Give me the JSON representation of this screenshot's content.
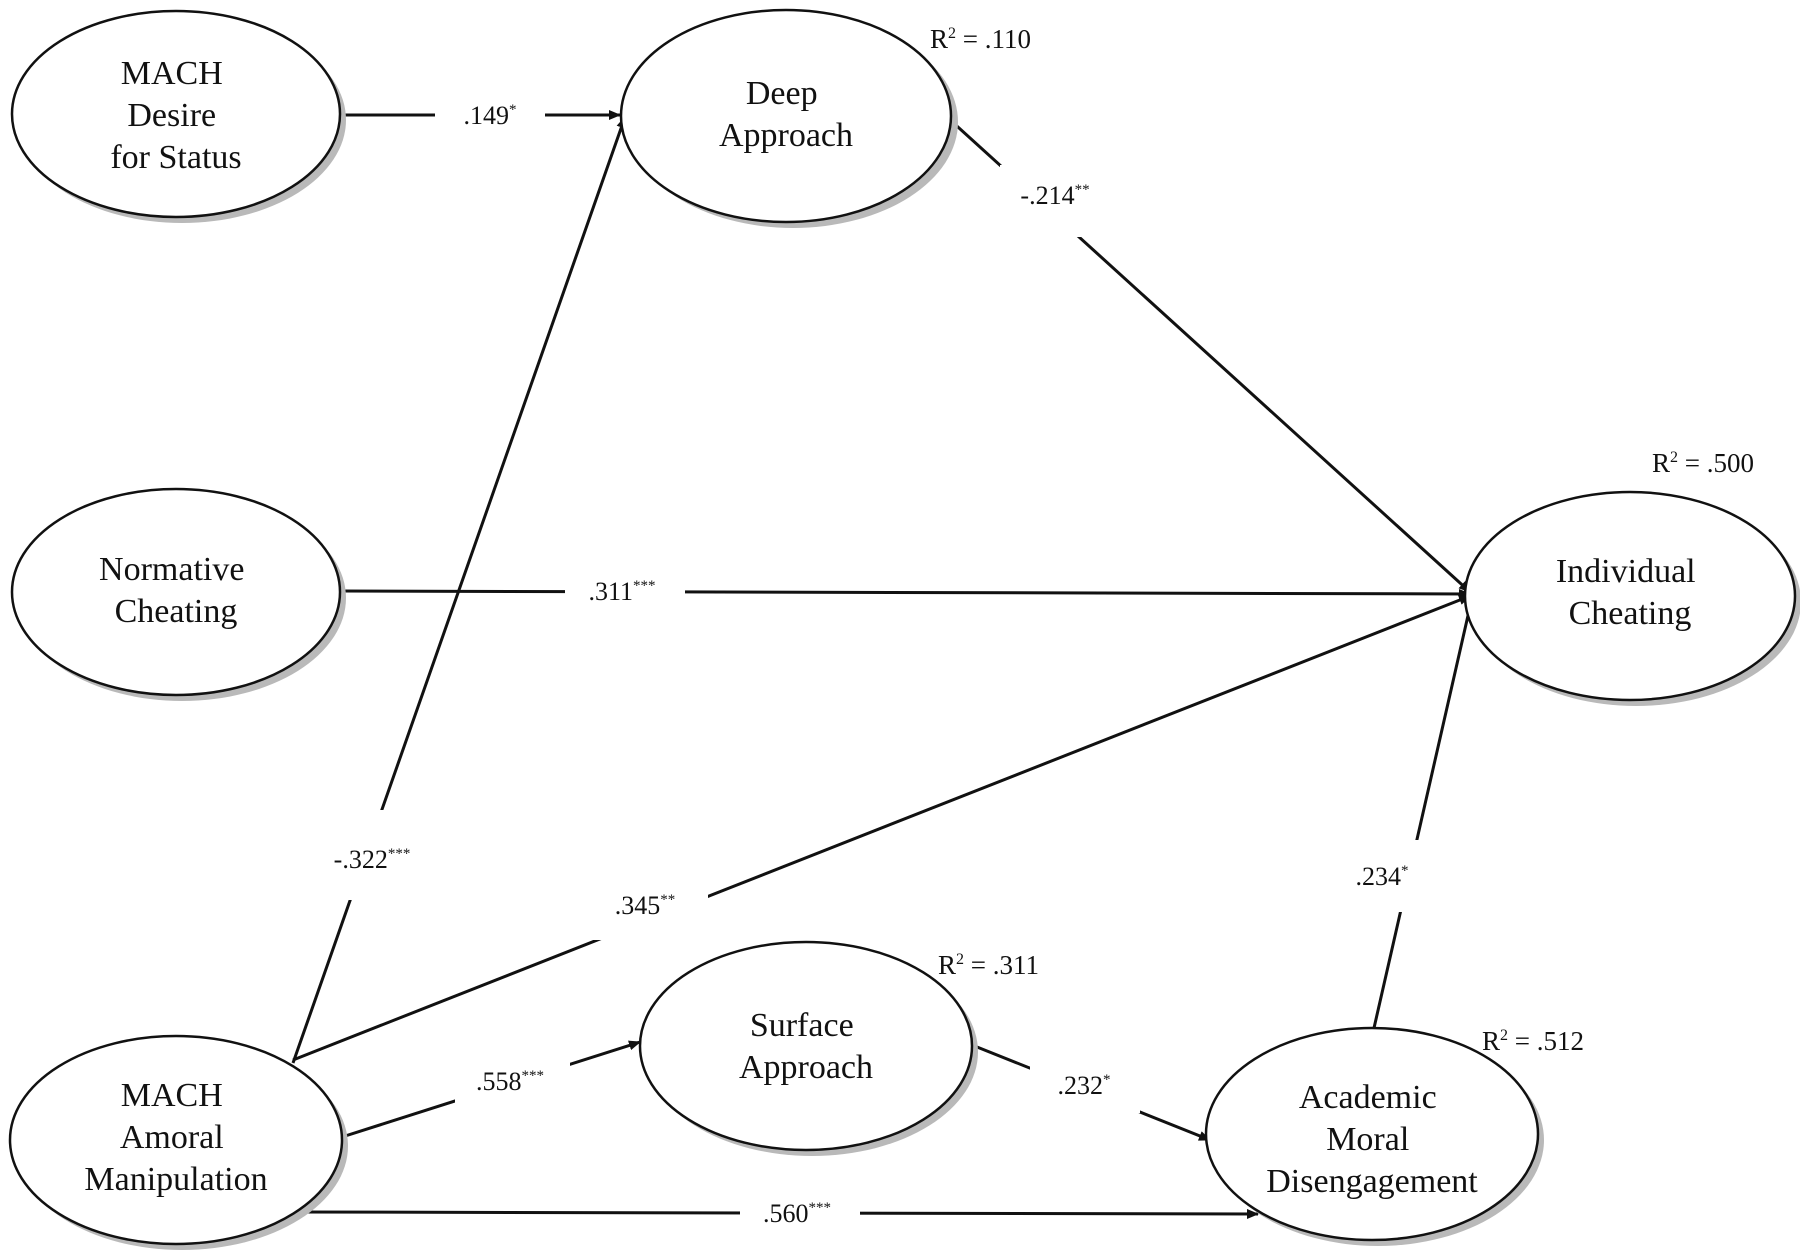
{
  "nodes": {
    "mach_desire": {
      "lines": [
        "MACH",
        "Desire",
        "for Status"
      ]
    },
    "deep": {
      "lines": [
        "Deep",
        "Approach"
      ]
    },
    "normative": {
      "lines": [
        "Normative",
        "Cheating"
      ]
    },
    "individual": {
      "lines": [
        "Individual",
        "Cheating"
      ]
    },
    "mach_amoral": {
      "lines": [
        "MACH",
        "Amoral",
        "Manipulation"
      ]
    },
    "surface": {
      "lines": [
        "Surface",
        "Approach"
      ]
    },
    "academic": {
      "lines": [
        "Academic",
        "Moral",
        "Disengagement"
      ]
    }
  },
  "r2": {
    "deep": {
      "letter": "R",
      "sup": "2",
      "value": " = .110"
    },
    "individual": {
      "letter": "R",
      "sup": "2",
      "value": " = .500"
    },
    "surface": {
      "letter": "R",
      "sup": "2",
      "value": " = .311"
    },
    "academic": {
      "letter": "R",
      "sup": "2",
      "value": " = .512"
    }
  },
  "edges": {
    "desire_deep": {
      "value": ".149",
      "stars": "*"
    },
    "deep_individual": {
      "value": "-.214",
      "stars": "**"
    },
    "normative_individual": {
      "value": ".311",
      "stars": "***"
    },
    "amoral_deep": {
      "value": "-.322",
      "stars": "***"
    },
    "amoral_individual": {
      "value": ".345",
      "stars": "**"
    },
    "academic_individual": {
      "value": ".234",
      "stars": "*"
    },
    "amoral_surface": {
      "value": ".558",
      "stars": "***"
    },
    "surface_academic": {
      "value": ".232",
      "stars": "*"
    },
    "amoral_academic": {
      "value": ".560",
      "stars": "***"
    }
  }
}
